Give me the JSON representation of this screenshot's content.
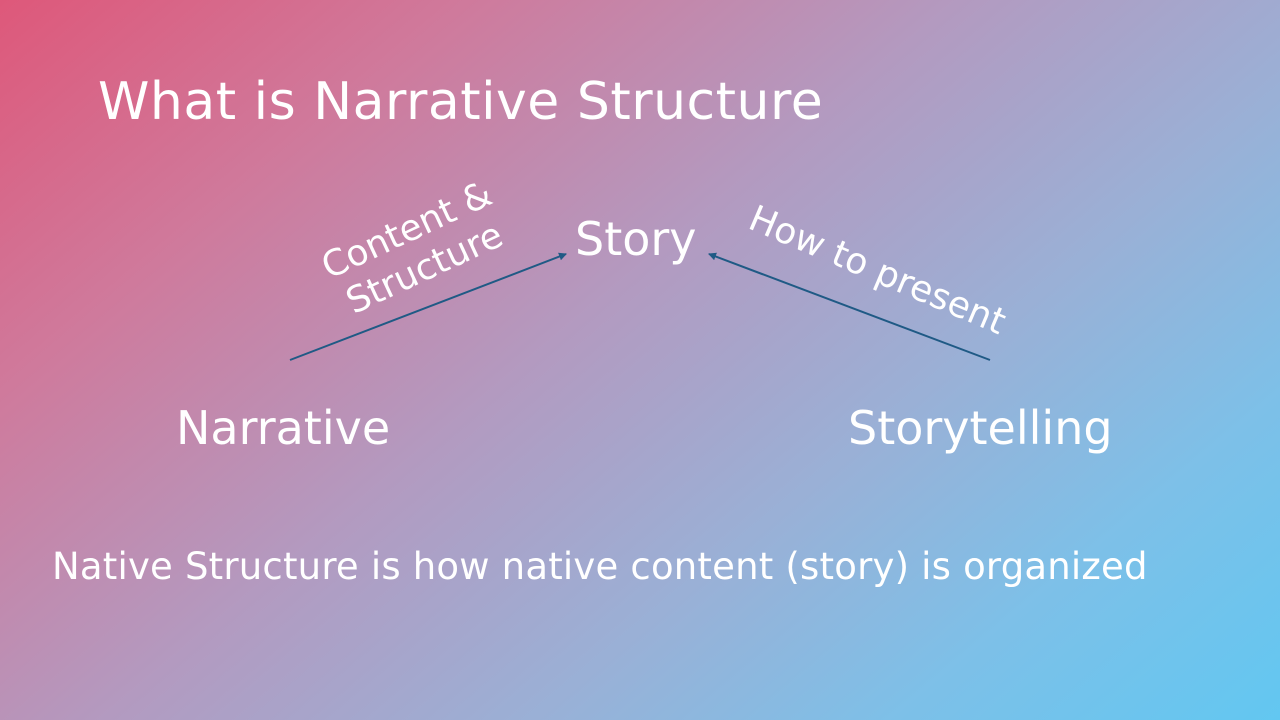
{
  "slide": {
    "title": "What is Narrative Structure",
    "nodes": {
      "story": "Story",
      "narrative": "Narrative",
      "storytelling": "Storytelling"
    },
    "edges": {
      "narrative_to_story": {
        "line1": "Content &",
        "line2": "Structure"
      },
      "storytelling_to_story": {
        "label": "How to present"
      }
    },
    "footer": "Native Structure is how native content (story) is organized"
  },
  "colors": {
    "gradient_start": "#de587a",
    "gradient_end": "#62c7f1",
    "text": "#ffffff",
    "arrow": "#1f5a85"
  }
}
